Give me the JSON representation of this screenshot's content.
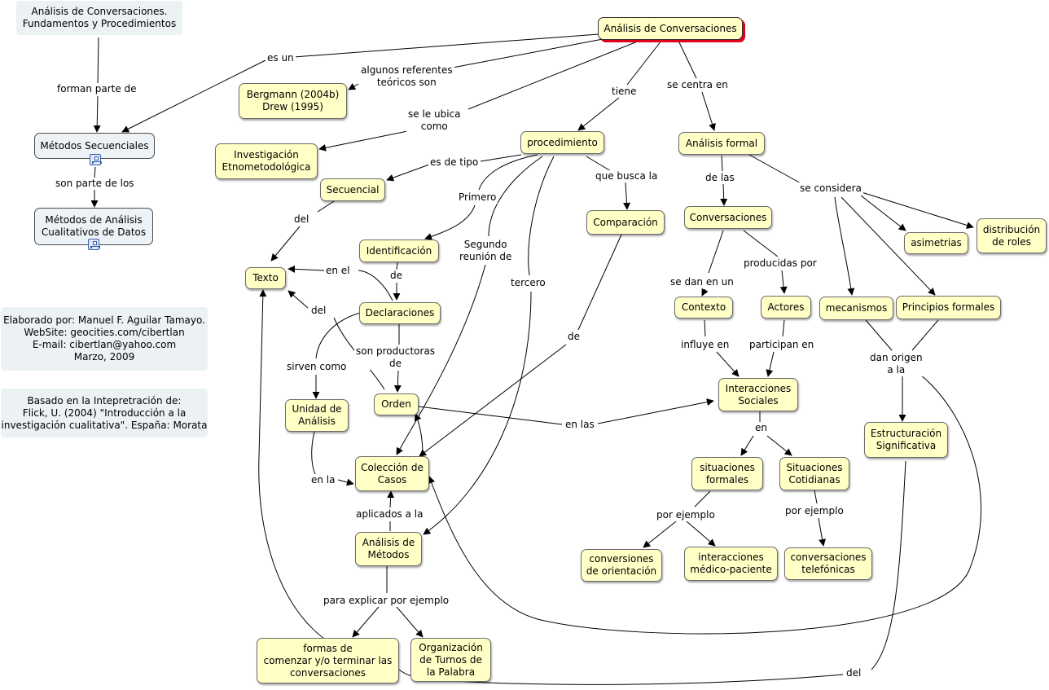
{
  "info": {
    "title": "Análisis de Conversaciones.\nFundamentos y Procedimientos",
    "author": "Elaborado por: Manuel F. Aguilar Tamayo.\nWebSite: geocities.com/cibertlan\nE-mail: cibertlan@yahoo.com\nMarzo, 2009",
    "source": "Basado en la Intepretración de:\nFlick, U. (2004) \"Introducción a la\ninvestigación cualitativa\". España: Morata"
  },
  "nodes": {
    "root": "Análisis de Conversaciones",
    "metodos_secuenciales": "Métodos Secuenciales",
    "metodos_analisis": "Métodos de Análisis\nCualitativos de Datos",
    "bergmann": "Bergmann (2004b)\nDrew (1995)",
    "investigacion": "Investigación\nEtnometodológica",
    "procedimiento": "procedimiento",
    "analisis_formal": "Análisis formal",
    "secuencial": "Secuencial",
    "texto": "Texto",
    "identificacion": "Identificación",
    "declaraciones": "Declaraciones",
    "orden": "Orden",
    "unidad_analisis": "Unidad de\nAnálisis",
    "coleccion_casos": "Colección de\nCasos",
    "analisis_metodos": "Análisis de\nMétodos",
    "formas": "formas de\ncomenzar y/o terminar las\nconversaciones",
    "organizacion": "Organización\nde Turnos de\nla Palabra",
    "comparacion": "Comparación",
    "conversaciones": "Conversaciones",
    "contexto": "Contexto",
    "actores": "Actores",
    "interacciones": "Interacciones\nSociales",
    "situaciones_formales": "situaciones\nformales",
    "situaciones_cotidianas": "Situaciones\nCotidianas",
    "conversiones": "conversiones\nde orientación",
    "medico": "interacciones\nmédico-paciente",
    "telefonicas": "conversaciones\ntelefónicas",
    "asimetrias": "asimetrias",
    "distribucion": "distribución\nde roles",
    "mecanismos": "mecanismos",
    "principios": "Principios formales",
    "estructuracion": "Estructuración\nSignificativa"
  },
  "labels": {
    "forman_parte": "forman parte de",
    "son_parte": "son parte de los",
    "es_un": "es un",
    "algunos": "algunos referentes\nteóricos son",
    "se_ubica": "se le ubica\ncomo",
    "tiene": "tiene",
    "se_centra": "se centra en",
    "es_tipo": "es de tipo",
    "primero": "Primero",
    "segundo": "Segundo\nreunión de",
    "tercero": "tercero",
    "busca": "que busca la",
    "de_proc": "de",
    "del_sec": "del",
    "en_el": "en el",
    "de_ident": "de",
    "del_decl": "del",
    "productoras": "son productoras\nde",
    "sirven": "sirven como",
    "en_la": "en la",
    "en_las": "en las",
    "aplicados": "aplicados a la",
    "para_explicar": "para explicar por ejemplo",
    "de_las": "de las",
    "se_considera": "se considera",
    "se_dan": "se dan en un",
    "producidas": "producidas por",
    "influye": "influye en",
    "participan": "participan en",
    "en": "en",
    "ejemplo1": "por ejemplo",
    "ejemplo2": "por ejemplo",
    "dan_origen": "dan origen\na la",
    "del_bottom": "del"
  }
}
